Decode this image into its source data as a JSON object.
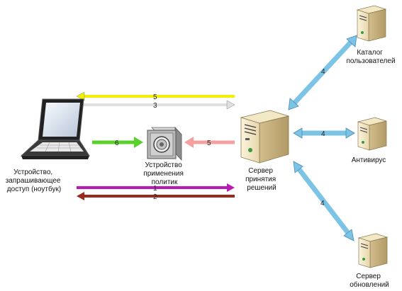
{
  "nodes": {
    "laptop": {
      "label": [
        "Устройство,",
        "запрашивающее",
        "доступ (ноутбук)"
      ]
    },
    "enforcement": {
      "label": [
        "Устройство",
        "применения",
        "политик"
      ]
    },
    "decision_server": {
      "label": [
        "Сервер",
        "принятия",
        "решений"
      ]
    },
    "user_directory": {
      "label": [
        "Каталог",
        "пользователей"
      ]
    },
    "antivirus": {
      "label": [
        "Антивирус"
      ]
    },
    "update_server": {
      "label": [
        "Сервер",
        "обновлений"
      ]
    }
  },
  "arrows": [
    {
      "num": "5",
      "color": "#f0f000",
      "from": "decision_server",
      "to": "laptop"
    },
    {
      "num": "3",
      "color": "#e0e0e0",
      "from": "laptop",
      "to": "decision_server"
    },
    {
      "num": "6",
      "color": "#5ad02a",
      "from": "laptop",
      "to": "enforcement"
    },
    {
      "num": "5",
      "color": "#f4a0a0",
      "from": "decision_server",
      "to": "enforcement"
    },
    {
      "num": "1",
      "color": "#b81ab8",
      "from": "laptop",
      "to": "decision_server"
    },
    {
      "num": "2",
      "color": "#9a2a1c",
      "from": "decision_server",
      "to": "laptop"
    },
    {
      "num": "4",
      "color": "#7cc4e6",
      "from": "decision_server",
      "to": "user_directory"
    },
    {
      "num": "4",
      "color": "#7cc4e6",
      "from": "decision_server",
      "to": "antivirus"
    },
    {
      "num": "4",
      "color": "#7cc4e6",
      "from": "decision_server",
      "to": "update_server"
    }
  ]
}
